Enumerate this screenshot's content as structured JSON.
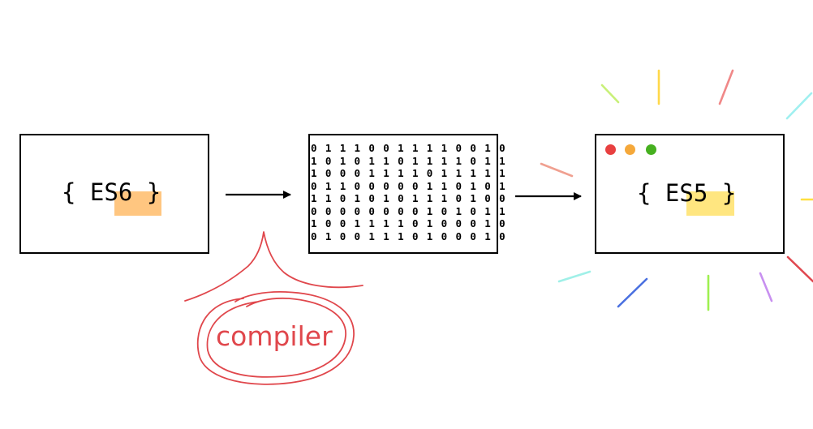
{
  "nodes": {
    "es6": {
      "label": "{ ES6 }",
      "highlight_color": "#ffc680"
    },
    "binary": {
      "rows": [
        "0 1 1 1 0 0 1 1 1 1 0 0 1 0",
        "1 0 1 0 1 1 0 1 1 1 1 0 1 1",
        "1 0 0 0 1 1 1 1 0 1 1 1 1 1",
        "0 1 1 0 0 0 0 0 1 1 0 1 0 1",
        "1 1 0 1 0 1 0 1 1 1 0 1 0 0",
        "0 0 0 0 0 0 0 0 1 0 1 0 1 1",
        "1 0 0 1 1 1 1 0 1 0 0 0 1 0",
        "0 1 0 0 1 1 1 0 1 0 0 0 1 0"
      ]
    },
    "es5": {
      "label": "{ ES5 }",
      "highlight_color": "#ffe680",
      "window_dots": [
        "#e84040",
        "#f5a83a",
        "#46b01f"
      ]
    }
  },
  "annotation": {
    "label": "compiler",
    "color": "#e0474c"
  },
  "sparkle_colors": [
    "#c8f078",
    "#ffd84a",
    "#f08888",
    "#a0f0f0",
    "#f0a090",
    "#ffe040",
    "#a0f0e8",
    "#4a70e0",
    "#9ef050",
    "#c890f0",
    "#e04850"
  ]
}
